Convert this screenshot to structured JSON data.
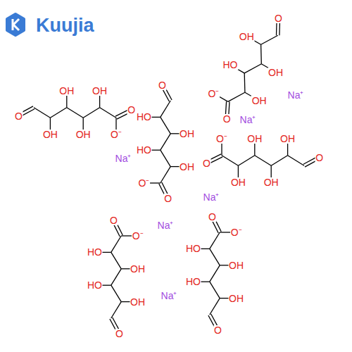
{
  "diagram": {
    "labels": [
      "Kuujia",
      "O",
      "O⁻",
      "OH",
      "OH",
      "OH",
      "OH",
      "O",
      "O",
      "O⁻",
      "OH",
      "HO",
      "OH",
      "OH",
      "O",
      "O",
      "O⁻",
      "OH",
      "OH",
      "OH",
      "OH",
      "O",
      "O",
      "O⁻",
      "OH",
      "HO",
      "OH",
      "HO",
      "O",
      "O",
      "O⁻",
      "HO",
      "OH",
      "HO",
      "OH",
      "O",
      "O",
      "O⁻",
      "HO",
      "OH",
      "HO",
      "OH",
      "O",
      "Na⁺",
      "Na⁺",
      "Na⁺",
      "Na⁺",
      "Na⁺",
      "Na⁺"
    ]
  }
}
